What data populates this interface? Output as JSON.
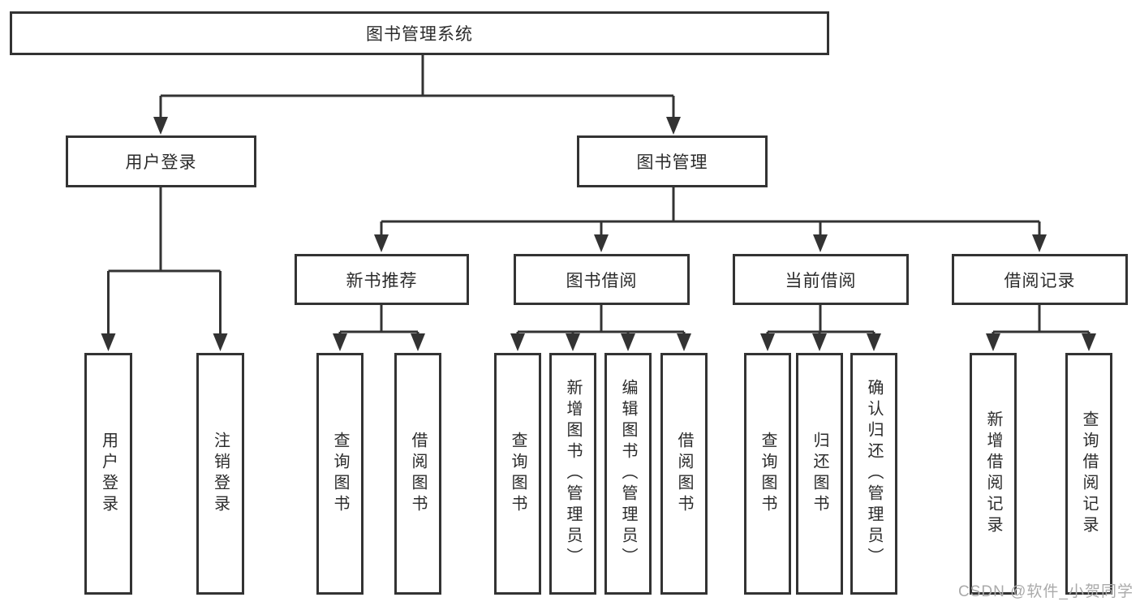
{
  "tree": {
    "root": {
      "label": "图书管理系统",
      "children": [
        {
          "label": "用户登录",
          "children": [
            {
              "label": "用户登录"
            },
            {
              "label": "注销登录"
            }
          ]
        },
        {
          "label": "图书管理",
          "children": [
            {
              "label": "新书推荐",
              "children": [
                {
                  "label": "查询图书"
                },
                {
                  "label": "借阅图书"
                }
              ]
            },
            {
              "label": "图书借阅",
              "children": [
                {
                  "label": "查询图书"
                },
                {
                  "label": "新增图书（管理员）"
                },
                {
                  "label": "编辑图书（管理员）"
                },
                {
                  "label": "借阅图书"
                }
              ]
            },
            {
              "label": "当前借阅",
              "children": [
                {
                  "label": "查询图书"
                },
                {
                  "label": "归还图书"
                },
                {
                  "label": "确认归还（管理员）"
                }
              ]
            },
            {
              "label": "借阅记录",
              "children": [
                {
                  "label": "新增借阅记录"
                },
                {
                  "label": "查询借阅记录"
                }
              ]
            }
          ]
        }
      ]
    }
  },
  "style": {
    "line_color": "#333333",
    "box_border_color": "#333333",
    "text_color": "#2b2b2b",
    "watermark_color": "#aaaaaa"
  },
  "watermark": {
    "text": "CSDN @软件_小贺同学"
  }
}
